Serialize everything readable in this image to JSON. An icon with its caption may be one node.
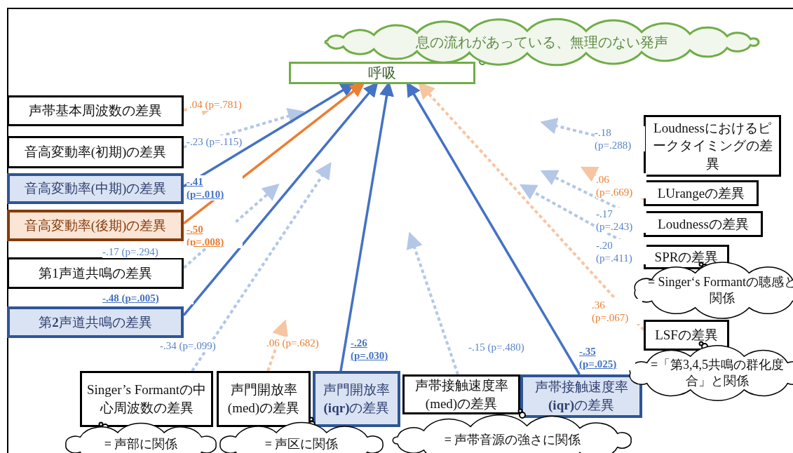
{
  "diagram": {
    "nodes": [
      {
        "text": [
          "呼吸"
        ]
      },
      {
        "text": [
          "息の流れがあっている、無理のない発声"
        ]
      },
      {
        "text": [
          "声帯基本周波数の差異"
        ]
      },
      {
        "text": [
          "音高変動率(初期)の差異"
        ]
      },
      {
        "text": [
          "音高変動率(中期)の差異"
        ]
      },
      {
        "text": [
          "音高変動率(後期)の差異"
        ]
      },
      {
        "text": [
          "第1声道共鳴の差異"
        ]
      },
      {
        "text": [
          "第**2**声道共鳴の差異"
        ]
      },
      {
        "text": [
          "Singer’s Formantの中心周波数の差異"
        ]
      },
      {
        "text": [
          "声門開放率(med)の差異"
        ]
      },
      {
        "text": [
          "声門開放率**(iqr)**の差異"
        ]
      },
      {
        "text": [
          "声帯接触速度率(med)の差異"
        ]
      },
      {
        "text": [
          "声帯接触速度率**(iqr)**の差異"
        ]
      },
      {
        "text": [
          "Loudnessにおけるピークタイミングの差異"
        ]
      },
      {
        "text": [
          "LUrangeの差異"
        ]
      },
      {
        "text": [
          "Loudnessの差異"
        ]
      },
      {
        "text": [
          "SPRの差異"
        ]
      },
      {
        "text": [
          "LSFの差異"
        ]
      },
      {
        "text": [
          "= Singer‘s Formantの聴感と関係"
        ]
      },
      {
        "text": [
          "=「第3,4,5共鳴の群化度合」と関係"
        ]
      },
      {
        "text": [
          "= 声部に関係"
        ]
      },
      {
        "text": [
          "= 声区に関係"
        ]
      },
      {
        "text": [
          "= 声帯音源の強さに関係"
        ]
      }
    ],
    "edges": [
      {
        "from": 2,
        "to": null,
        "arrow": "to",
        "label": ".04 (p=.781)",
        "style": "dashed",
        "color": "#f7c5a2"
      },
      {
        "from": 3,
        "to": null,
        "arrow": "to",
        "label": "-.23 (p=.115)",
        "style": "dashed",
        "color": "#b4c7e7"
      },
      {
        "from": 4,
        "to": 0,
        "arrow": "to",
        "label": "-.41 (p=.010)",
        "color": "#4472c4"
      },
      {
        "from": 5,
        "to": 0,
        "arrow": "to",
        "label": "-.50 (p=.008)",
        "color": "#ed7d31"
      },
      {
        "from": 6,
        "to": null,
        "arrow": "to",
        "label": "-.17 (p=.294)",
        "style": "dashed",
        "color": "#b4c7e7"
      },
      {
        "from": 7,
        "to": 0,
        "arrow": "to",
        "label": "-.48 (p=.005)",
        "color": "#4472c4"
      },
      {
        "from": 8,
        "to": null,
        "arrow": "to",
        "label": "-.34 (p=.099)",
        "style": "dashed",
        "color": "#b4c7e7"
      },
      {
        "from": 9,
        "to": null,
        "arrow": "to",
        "label": ".06 (p=.682)",
        "style": "dashed",
        "color": "#f7c5a2"
      },
      {
        "from": 10,
        "to": 0,
        "arrow": "to",
        "label": "-.26 (p=.030)",
        "color": "#4472c4"
      },
      {
        "from": 11,
        "to": null,
        "arrow": "to",
        "label": "-.15 (p=.480)",
        "style": "dashed",
        "color": "#b4c7e7"
      },
      {
        "from": 12,
        "to": 0,
        "arrow": "to",
        "label": "-.35 (p=.025)",
        "color": "#4472c4"
      },
      {
        "from": 13,
        "to": null,
        "arrow": "to",
        "label": "-.18 (p=.288)",
        "style": "dashed",
        "color": "#b4c7e7"
      },
      {
        "from": 14,
        "to": null,
        "arrow": "to",
        "label": ".06 (p=.669)",
        "style": "dashed",
        "color": "#f7c5a2"
      },
      {
        "from": 15,
        "to": null,
        "arrow": "to",
        "label": "-.17 (p=.243)",
        "style": "dashed",
        "color": "#b4c7e7"
      },
      {
        "from": 16,
        "to": null,
        "arrow": "to",
        "label": "-.20 (p=.411)",
        "style": "dashed",
        "color": "#b4c7e7"
      },
      {
        "from": 17,
        "to": 0,
        "arrow": "to",
        "label": ".36 (p=.067)",
        "style": "dashed",
        "color": "#f7c5a2"
      }
    ]
  }
}
